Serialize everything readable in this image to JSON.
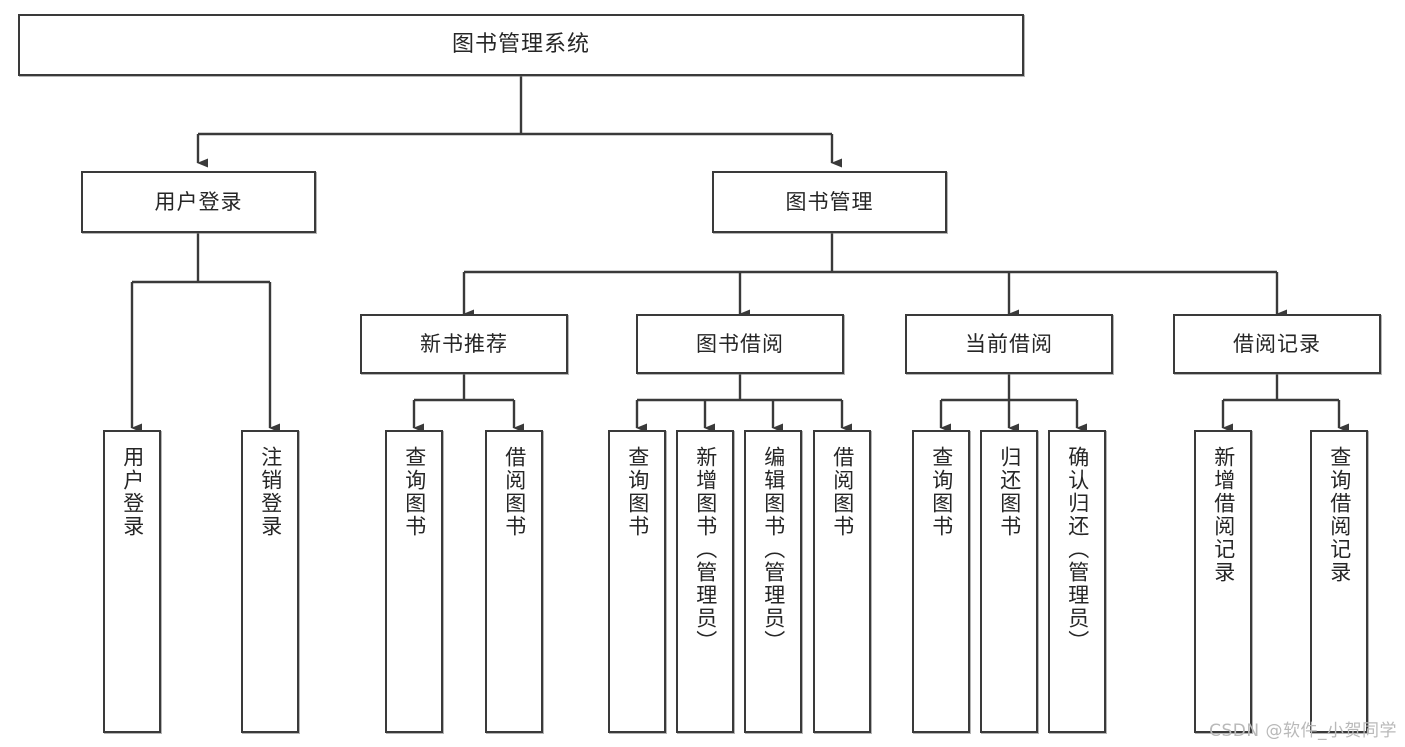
{
  "diagram": {
    "title": "图书管理系统",
    "watermark": "CSDN @软件_小贺同学",
    "colors": {
      "box_border": "#3a3a3a",
      "box_fill": "#ffffff",
      "connector": "#3a3a3a",
      "text": "#262626",
      "watermark": "#b9b9b9"
    },
    "nodes": {
      "root": {
        "label": "图书管理系统"
      },
      "level2": [
        {
          "label": "用户登录"
        },
        {
          "label": "图书管理"
        }
      ],
      "level3": [
        {
          "label": "新书推荐"
        },
        {
          "label": "图书借阅"
        },
        {
          "label": "当前借阅"
        },
        {
          "label": "借阅记录"
        }
      ],
      "leaves": {
        "user_login": [
          {
            "label": "用户登录"
          },
          {
            "label": "注销登录"
          }
        ],
        "new_book_recommend": [
          {
            "label": "查询图书"
          },
          {
            "label": "借阅图书"
          }
        ],
        "book_borrow": [
          {
            "label": "查询图书"
          },
          {
            "label": "新增图书（管理员）"
          },
          {
            "label": "编辑图书（管理员）"
          },
          {
            "label": "借阅图书"
          }
        ],
        "current_borrow": [
          {
            "label": "查询图书"
          },
          {
            "label": "归还图书"
          },
          {
            "label": "确认归还（管理员）"
          }
        ],
        "borrow_record": [
          {
            "label": "新增借阅记录"
          },
          {
            "label": "查询借阅记录"
          }
        ]
      }
    }
  }
}
